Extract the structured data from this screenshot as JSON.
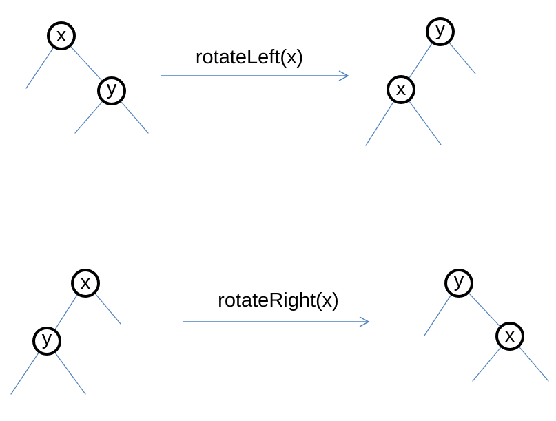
{
  "colors": {
    "edge_blue": "#4F81BD",
    "arrow_blue": "#4F81BD",
    "node_stroke": "#000000",
    "text": "#000000",
    "background": "#FFFFFF"
  },
  "panels": [
    {
      "operation": "rotateLeft(x)",
      "before": {
        "root": "x",
        "child": "y"
      },
      "after": {
        "root": "y",
        "child": "x"
      }
    },
    {
      "operation": "rotateRight(x)",
      "before": {
        "root": "x",
        "child": "y"
      },
      "after": {
        "root": "y",
        "child": "x"
      }
    }
  ]
}
